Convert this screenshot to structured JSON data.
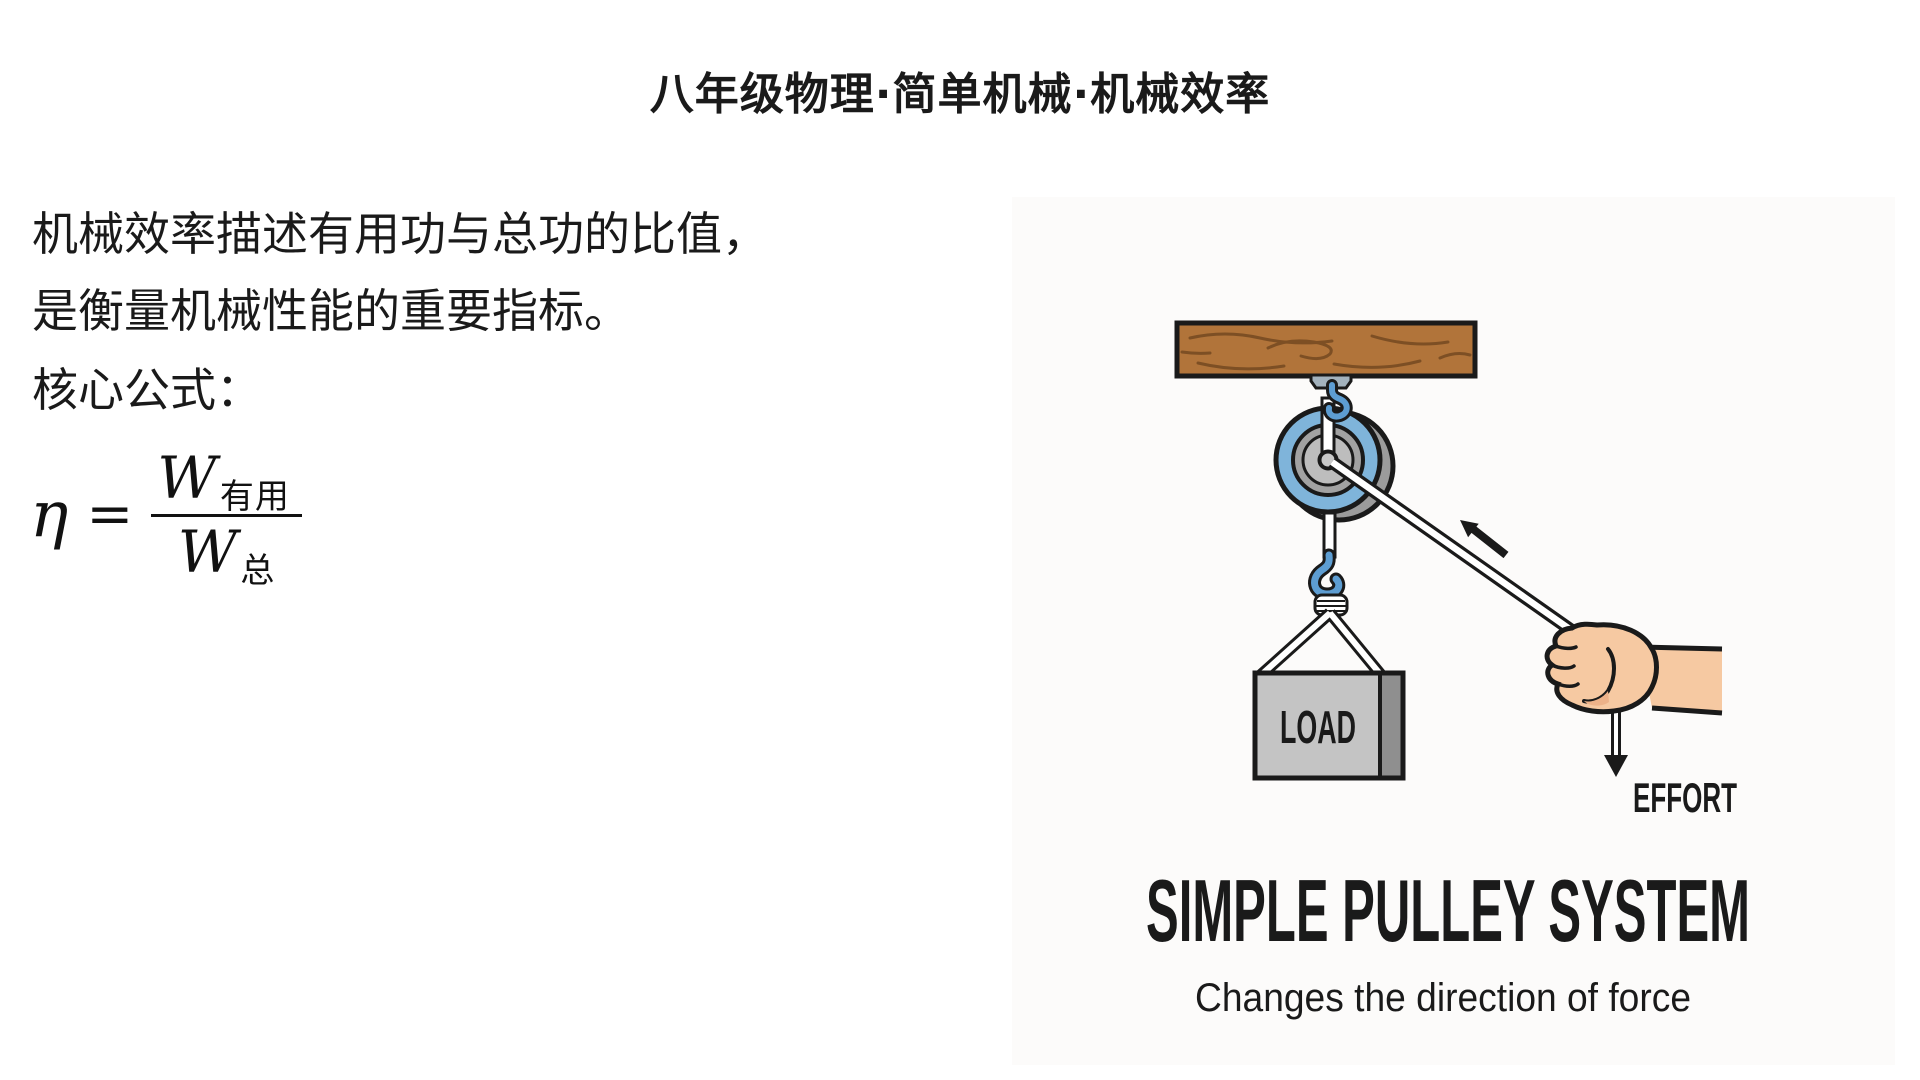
{
  "page": {
    "title": "八年级物理·简单机械·机械效率"
  },
  "content": {
    "intro_line1": "机械效率描述有用功与总功的比值，",
    "intro_line2": "是衡量机械性能的重要指标。",
    "formula_label": "核心公式："
  },
  "formula": {
    "lhs": "η",
    "equals": "=",
    "numerator_symbol": "W",
    "numerator_subscript": "有用",
    "denominator_symbol": "W",
    "denominator_subscript": "总"
  },
  "illustration": {
    "load_label": "LOAD",
    "effort_label": "EFFORT",
    "title": "SIMPLE PULLEY SYSTEM",
    "subtitle": "Changes the direction of force",
    "colors": {
      "beam_brown": "#b1743a",
      "beam_grain": "#7d4f24",
      "pulley_blue": "#7fb4da",
      "hook_blue": "#5d9dd2",
      "bracket_gray": "#a3b2bd",
      "wheel_gray": "#a2a2a2",
      "load_face": "#c4c4c4",
      "load_side": "#8f8f8f",
      "skin": "#f6c9a2",
      "skin_shade": "#edb289",
      "outline": "#1a1a1a"
    }
  }
}
